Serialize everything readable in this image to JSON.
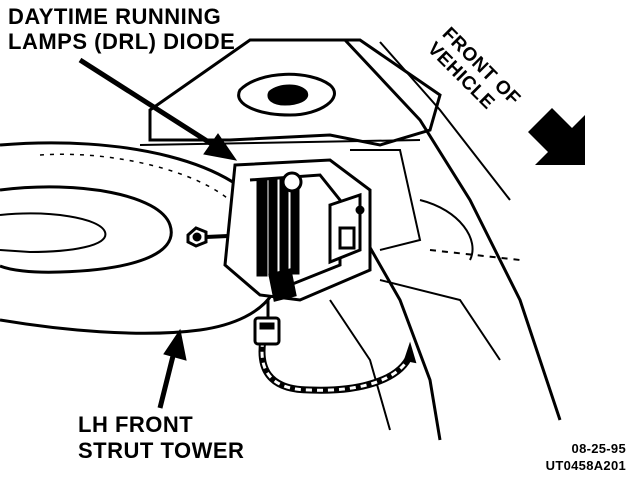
{
  "callouts": {
    "drl_diode": [
      "DAYTIME RUNNING",
      "LAMPS (DRL) DIODE"
    ],
    "strut_tower": [
      "LH FRONT",
      "STRUT TOWER"
    ],
    "direction": [
      "FRONT OF",
      "VEHICLE"
    ]
  },
  "stamp": {
    "date": "08-25-95",
    "code": "UT0458A201"
  },
  "colors": {
    "ink": "#000000",
    "paper": "#ffffff"
  }
}
